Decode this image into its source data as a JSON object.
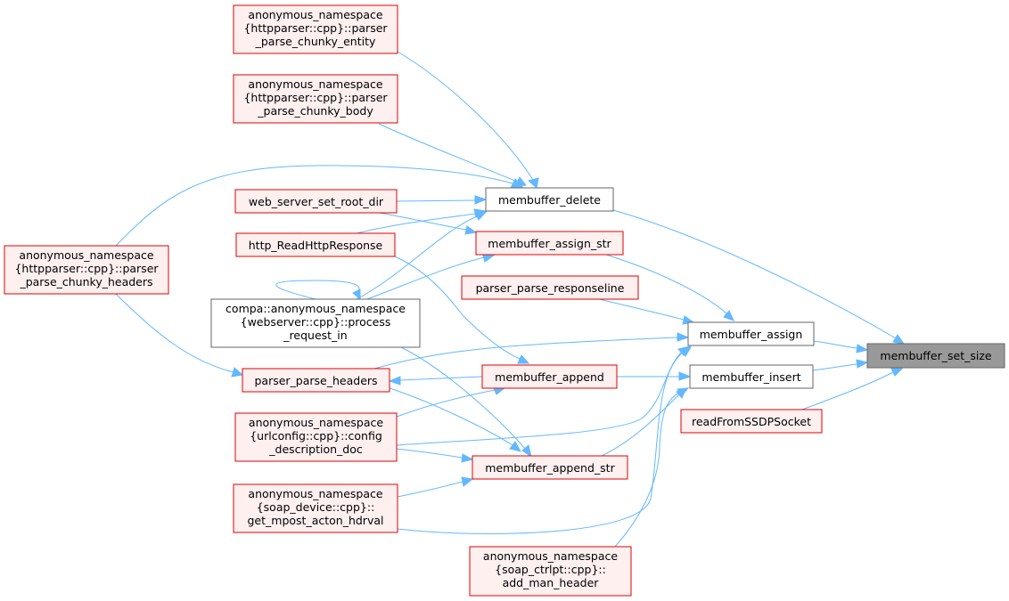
{
  "nodes": {
    "chunky_entity": {
      "lines": [
        "anonymous_namespace",
        "{httpparser::cpp}::parser",
        "_parse_chunky_entity"
      ]
    },
    "chunky_body": {
      "lines": [
        "anonymous_namespace",
        "{httpparser::cpp}::parser",
        "_parse_chunky_body"
      ]
    },
    "chunky_headers": {
      "lines": [
        "anonymous_namespace",
        "{httpparser::cpp}::parser",
        "_parse_chunky_headers"
      ]
    },
    "web_server_set_root_dir": {
      "lines": [
        "web_server_set_root_dir"
      ]
    },
    "http_readhttpresponse": {
      "lines": [
        "http_ReadHttpResponse"
      ]
    },
    "process_request_in": {
      "lines": [
        "compa::anonymous_namespace",
        "{webserver::cpp}::process",
        "_request_in"
      ]
    },
    "parser_parse_headers": {
      "lines": [
        "parser_parse_headers"
      ]
    },
    "config_description_doc": {
      "lines": [
        "anonymous_namespace",
        "{urlconfig::cpp}::config",
        "_description_doc"
      ]
    },
    "get_mpost_acton_hdrval": {
      "lines": [
        "anonymous_namespace",
        "{soap_device::cpp}::",
        "get_mpost_acton_hdrval"
      ]
    },
    "add_man_header": {
      "lines": [
        "anonymous_namespace",
        "{soap_ctrlpt::cpp}::",
        "add_man_header"
      ]
    },
    "membuffer_delete": {
      "lines": [
        "membuffer_delete"
      ]
    },
    "membuffer_assign_str": {
      "lines": [
        "membuffer_assign_str"
      ]
    },
    "parser_parse_responseline": {
      "lines": [
        "parser_parse_responseline"
      ]
    },
    "membuffer_append": {
      "lines": [
        "membuffer_append"
      ]
    },
    "membuffer_append_str": {
      "lines": [
        "membuffer_append_str"
      ]
    },
    "membuffer_assign": {
      "lines": [
        "membuffer_assign"
      ]
    },
    "membuffer_insert": {
      "lines": [
        "membuffer_insert"
      ]
    },
    "readfromssdpsocket": {
      "lines": [
        "readFromSSDPSocket"
      ]
    },
    "membuffer_set_size": {
      "lines": [
        "membuffer_set_size"
      ]
    }
  },
  "edges": [
    [
      "chunky_entity",
      "membuffer_delete"
    ],
    [
      "chunky_body",
      "membuffer_delete"
    ],
    [
      "chunky_headers",
      "membuffer_delete"
    ],
    [
      "web_server_set_root_dir",
      "membuffer_delete"
    ],
    [
      "process_request_in",
      "membuffer_delete"
    ],
    [
      "http_readhttpresponse",
      "membuffer_delete"
    ],
    [
      "web_server_set_root_dir",
      "membuffer_assign_str"
    ],
    [
      "process_request_in",
      "membuffer_assign_str"
    ],
    [
      "process_request_in",
      "process_request_in"
    ],
    [
      "chunky_headers",
      "parser_parse_headers"
    ],
    [
      "http_readhttpresponse",
      "membuffer_append"
    ],
    [
      "process_request_in",
      "membuffer_append_str"
    ],
    [
      "parser_parse_headers",
      "membuffer_append_str"
    ],
    [
      "membuffer_append",
      "parser_parse_headers"
    ],
    [
      "config_description_doc",
      "membuffer_append"
    ],
    [
      "config_description_doc",
      "membuffer_append_str"
    ],
    [
      "get_mpost_acton_hdrval",
      "membuffer_append_str"
    ],
    [
      "membuffer_assign_str",
      "membuffer_assign"
    ],
    [
      "parser_parse_responseline",
      "membuffer_assign"
    ],
    [
      "parser_parse_headers",
      "membuffer_assign"
    ],
    [
      "config_description_doc",
      "membuffer_assign"
    ],
    [
      "get_mpost_acton_hdrval",
      "membuffer_assign"
    ],
    [
      "membuffer_append",
      "membuffer_insert"
    ],
    [
      "membuffer_append_str",
      "membuffer_insert"
    ],
    [
      "add_man_header",
      "membuffer_insert"
    ],
    [
      "membuffer_delete",
      "membuffer_set_size"
    ],
    [
      "membuffer_assign",
      "membuffer_set_size"
    ],
    [
      "membuffer_insert",
      "membuffer_set_size"
    ],
    [
      "readfromssdpsocket",
      "membuffer_set_size"
    ]
  ]
}
